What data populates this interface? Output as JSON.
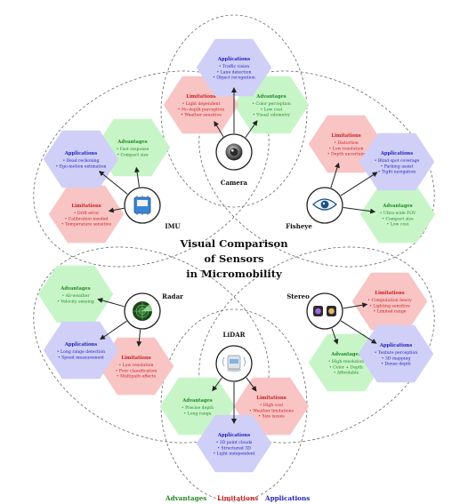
{
  "title": [
    "Visual Comparison",
    "of Sensors",
    "in Micromobility"
  ],
  "colors": {
    "adv_fill": "#c8f5c8",
    "adv_text": "#1f8a1f",
    "lim_fill": "#f8c4c4",
    "lim_text": "#cc2020",
    "app_fill": "#cfcff7",
    "app_text": "#2323b8"
  },
  "sensors": [
    {
      "id": "camera",
      "name": "Camera",
      "icon": "camera-lens-icon",
      "advantages": {
        "title": "Advantages",
        "items": [
          "Color perception",
          "Low cost",
          "Visual odometry"
        ]
      },
      "limitations": {
        "title": "Limitations",
        "items": [
          "Light dependent",
          "No depth perception",
          "Weather sensitive"
        ]
      },
      "applications": {
        "title": "Applications",
        "items": [
          "Traffic vision",
          "Lane detection",
          "Object recognition"
        ]
      }
    },
    {
      "id": "imu",
      "name": "IMU",
      "icon": "imu-chip-icon",
      "advantages": {
        "title": "Advantages",
        "items": [
          "Fast response",
          "Compact size"
        ]
      },
      "limitations": {
        "title": "Limitations",
        "items": [
          "Drift error",
          "Calibration needed",
          "Temperature sensitive"
        ]
      },
      "applications": {
        "title": "Applications",
        "items": [
          "Dead reckoning",
          "Ego-motion estimation"
        ]
      }
    },
    {
      "id": "fisheye",
      "name": "Fisheye",
      "icon": "fisheye-eye-icon",
      "advantages": {
        "title": "Advantages",
        "items": [
          "Ultra-wide FOV",
          "Compact size",
          "Low cost"
        ]
      },
      "limitations": {
        "title": "Limitations",
        "items": [
          "Distortion",
          "Low resolution",
          "Depth uncertain"
        ]
      },
      "applications": {
        "title": "Applications",
        "items": [
          "Blind spot coverage",
          "Parking assist",
          "Tight navigation"
        ]
      }
    },
    {
      "id": "radar",
      "name": "Radar",
      "icon": "radar-scope-icon",
      "advantages": {
        "title": "Advantages",
        "items": [
          "All-weather",
          "Velocity sensing"
        ]
      },
      "limitations": {
        "title": "Limitations",
        "items": [
          "Low resolution",
          "Poor classification",
          "Multipath effects"
        ]
      },
      "applications": {
        "title": "Applications",
        "items": [
          "Long range detection",
          "Speed measurement"
        ]
      }
    },
    {
      "id": "stereo",
      "name": "Stereo",
      "icon": "stereo-camera-icon",
      "advantages": {
        "title": "Advantages",
        "items": [
          "High resolution",
          "Color + Depth",
          "Affordable"
        ]
      },
      "limitations": {
        "title": "Limitations",
        "items": [
          "Computation heavy",
          "Lighting sensitive",
          "Limited range"
        ]
      },
      "applications": {
        "title": "Applications",
        "items": [
          "Texture perception",
          "3D mapping",
          "Dense depth"
        ]
      }
    },
    {
      "id": "lidar",
      "name": "LiDAR",
      "icon": "lidar-unit-icon",
      "advantages": {
        "title": "Advantages",
        "items": [
          "Precise depth",
          "Long range"
        ]
      },
      "limitations": {
        "title": "Limitations",
        "items": [
          "High cost",
          "Weather limitations",
          "Size issues"
        ]
      },
      "applications": {
        "title": "Applications",
        "items": [
          "3D point clouds",
          "Structured 3D",
          "Light independent"
        ]
      }
    }
  ],
  "legend": {
    "advantages": "Advantages",
    "limitations": "Limitations",
    "applications": "Applications"
  }
}
